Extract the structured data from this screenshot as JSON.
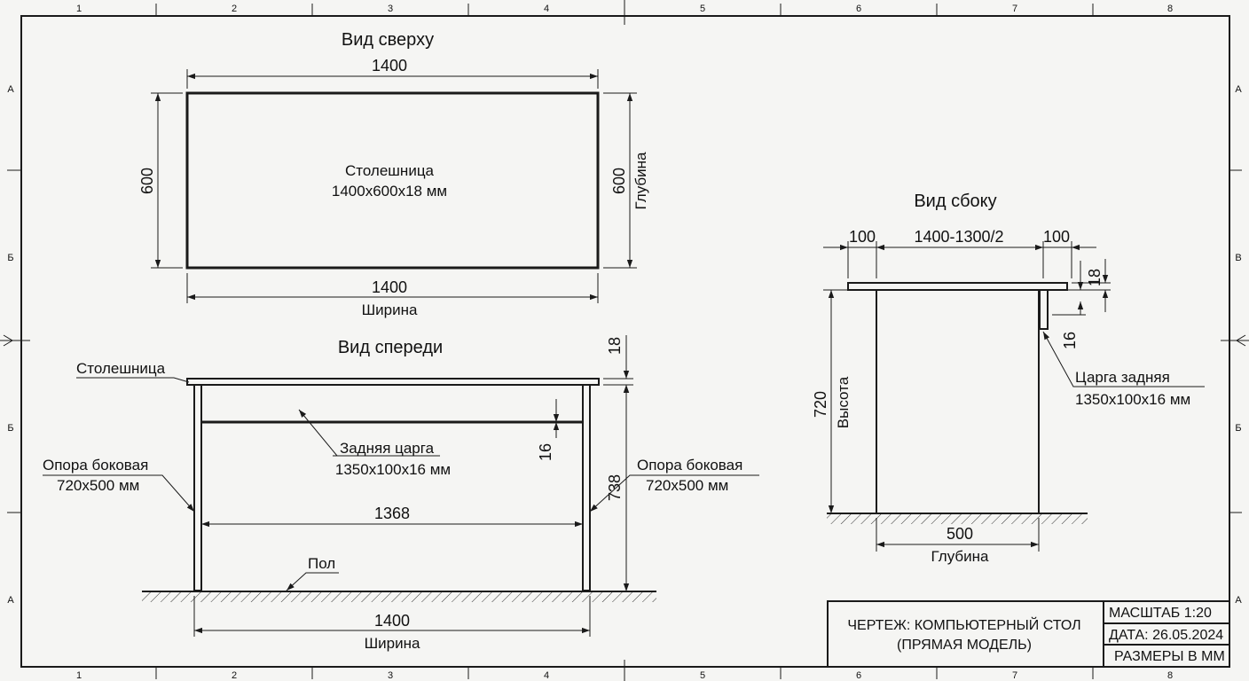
{
  "grid": {
    "columns": [
      "1",
      "2",
      "3",
      "4",
      "5",
      "6",
      "7",
      "8"
    ],
    "rows_left": [
      "А",
      "Б",
      "Б",
      "А"
    ],
    "rows_right": [
      "А",
      "В",
      "Б",
      "А"
    ]
  },
  "top_view": {
    "title": "Вид сверху",
    "dim_top": "1400",
    "dim_bottom": "1400",
    "dim_bottom_label": "Ширина",
    "dim_left": "600",
    "dim_right": "600",
    "dim_right_label": "Глубина",
    "part_name": "Столешница",
    "part_size": "1400x600x18 мм"
  },
  "front_view": {
    "title": "Вид спереди",
    "tabletop_label": "Столешница",
    "apron_name": "Задняя царга",
    "apron_size": "1350x100x16 мм",
    "leg_left_name": "Опора боковая",
    "leg_left_size": "720x500 мм",
    "leg_right_name": "Опора боковая",
    "leg_right_size": "720x500 мм",
    "dim_thickness": "18",
    "dim_apron": "16",
    "dim_height": "738",
    "dim_inner": "1368",
    "floor_label": "Пол",
    "dim_width": "1400",
    "dim_width_label": "Ширина"
  },
  "side_view": {
    "title": "Вид сбоку",
    "dim_overhang_left": "100",
    "dim_middle": "1400-1300/2",
    "dim_overhang_right": "100",
    "dim_thickness": "18",
    "dim_apron": "16",
    "dim_height": "720",
    "dim_height_label": "Высота",
    "apron_name": "Царга задняя",
    "apron_size": "1350x100x16 мм",
    "dim_depth": "500",
    "dim_depth_label": "Глубина"
  },
  "title_block": {
    "drawing_title_line1": "ЧЕРТЕЖ: КОМПЬЮТЕРНЫЙ СТОЛ",
    "drawing_title_line2": "(ПРЯМАЯ МОДЕЛЬ)",
    "scale": "МАСШТАБ 1:20",
    "date": "ДАТА: 26.05.2024",
    "units": "РАЗМЕРЫ В ММ"
  }
}
